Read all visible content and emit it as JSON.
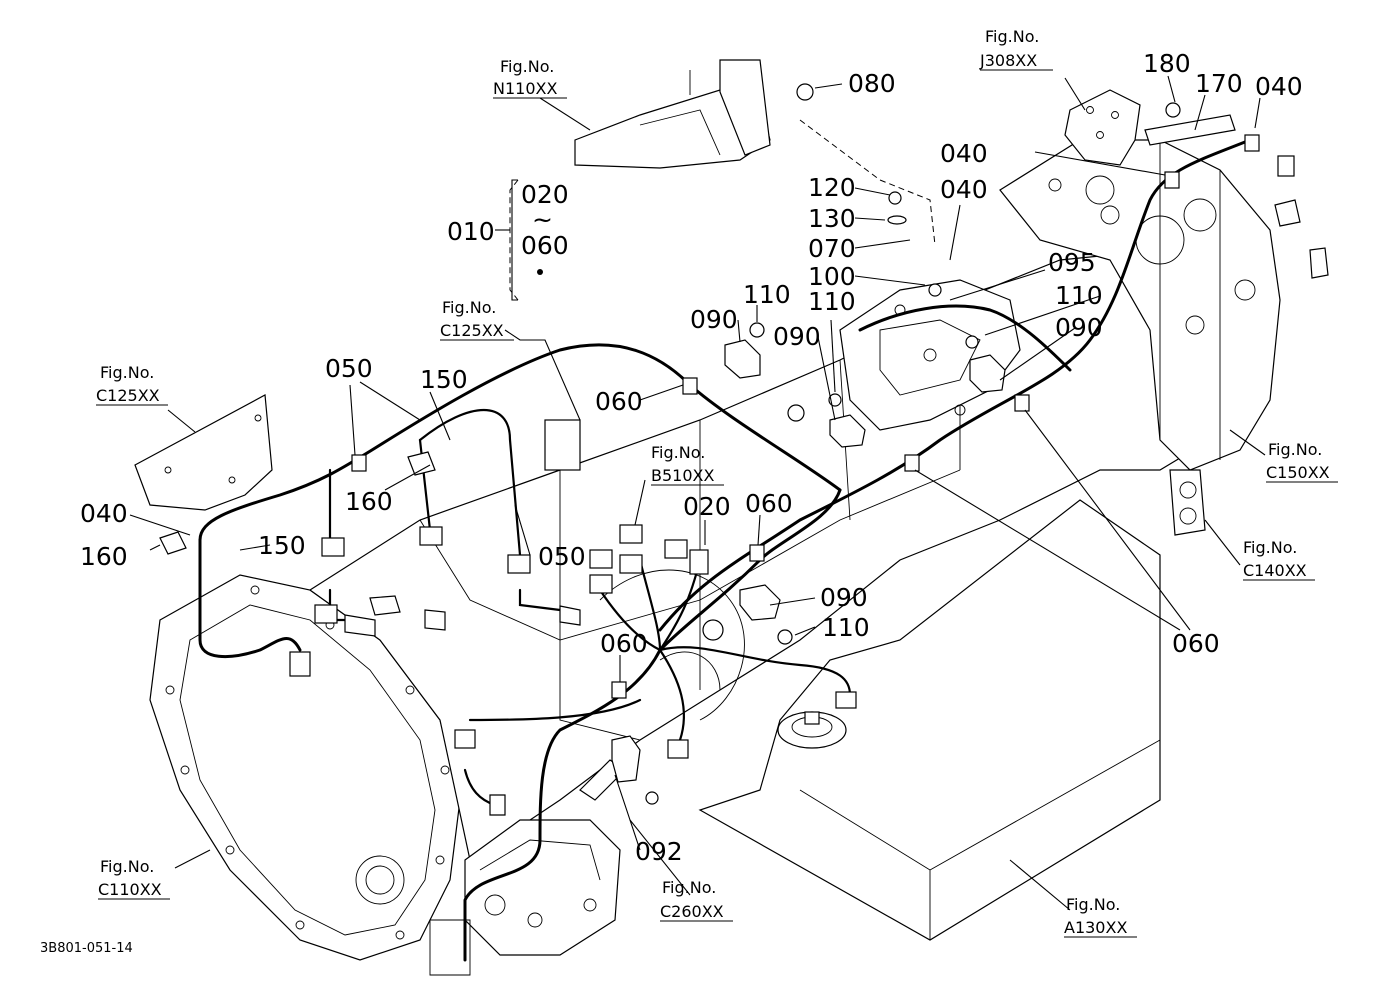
{
  "part_labels": {
    "p010": "010",
    "p020_range": "020",
    "p060_range": "060",
    "tilde": "~",
    "p080": "080",
    "p180": "180",
    "p170": "170",
    "p040_tr": "040",
    "p040_top": "040",
    "p040_mid": "040",
    "p120": "120",
    "p130": "130",
    "p070": "070",
    "p100": "100",
    "p095": "095",
    "p110_a": "110",
    "p110_b": "110",
    "p110_c": "110",
    "p110_d": "110",
    "p090_a": "090",
    "p090_b": "090",
    "p090_c": "090",
    "p090_d": "090",
    "p050_a": "050",
    "p150_a": "150",
    "p160_a": "160",
    "p040_left": "040",
    "p160_b": "160",
    "p150_b": "150",
    "p050_b": "050",
    "p060_a": "060",
    "p020": "020",
    "p060_b": "060",
    "p060_c": "060",
    "p060_d": "060",
    "p092": "092"
  },
  "fig_refs": [
    {
      "title": "Fig.No.",
      "code": "N110XX"
    },
    {
      "title": "Fig.No.",
      "code": "J308XX"
    },
    {
      "title": "Fig.No.",
      "code": "C125XX"
    },
    {
      "title": "Fig.No.",
      "code": "C125XX"
    },
    {
      "title": "Fig.No.",
      "code": "B510XX"
    },
    {
      "title": "Fig.No.",
      "code": "C150XX"
    },
    {
      "title": "Fig.No.",
      "code": "C140XX"
    },
    {
      "title": "Fig.No.",
      "code": "C110XX"
    },
    {
      "title": "Fig.No.",
      "code": "C260XX"
    },
    {
      "title": "Fig.No.",
      "code": "A130XX"
    }
  ],
  "drawing_code": "3B801-051-14"
}
